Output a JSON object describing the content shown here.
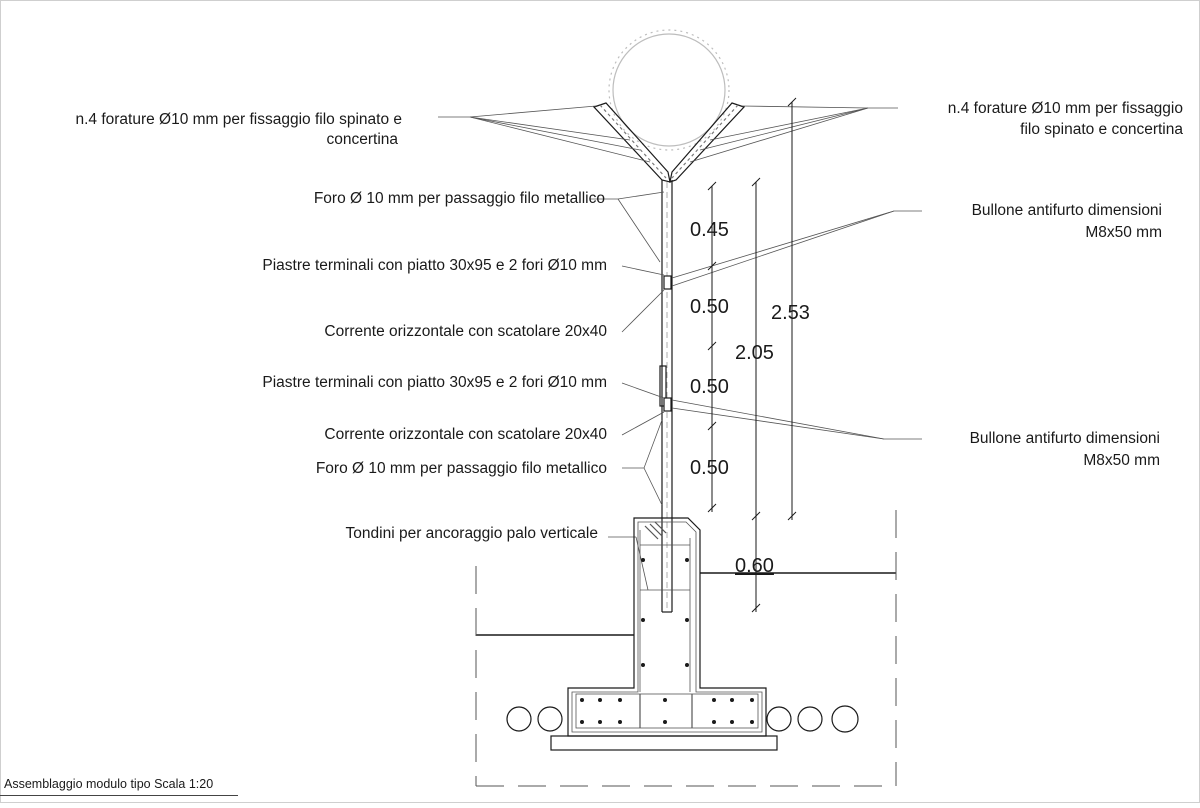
{
  "labels": {
    "left": {
      "holes_top_line1": "n.4 forature Ø10 mm per fissaggio filo spinato e",
      "holes_top_line2": "concertina",
      "wire_hole_top": "Foro Ø 10 mm per passaggio filo metallico",
      "plates_top": "Piastre terminali con piatto 30x95 e 2 fori Ø10 mm",
      "rail_top": "Corrente orizzontale con scatolare 20x40",
      "plates_bottom": "Piastre terminali con piatto 30x95 e 2 fori Ø10 mm",
      "rail_bottom": "Corrente orizzontale con scatolare 20x40",
      "wire_hole_bottom": "Foro Ø 10 mm per passaggio filo metallico",
      "anchor_bars": "Tondini per ancoraggio palo verticale"
    },
    "right": {
      "holes_top_line1": "n.4 forature Ø10 mm per fissaggio",
      "holes_top_line2": "filo spinato e concertina",
      "bolt_top_line1": "Bullone antifurto  dimensioni",
      "bolt_top_line2": "M8x50 mm",
      "bolt_bottom_line1": "Bullone antifurto  dimensioni",
      "bolt_bottom_line2": "M8x50 mm"
    }
  },
  "dimensions": {
    "d1": "0.45",
    "d2": "0.50",
    "d3": "0.50",
    "d4": "0.50",
    "embed": "0.60",
    "mid_total": "2.05",
    "total": "2.53"
  },
  "caption": "Assemblaggio modulo tipo Scala 1:20",
  "colors": {
    "ink": "#1a1a1a",
    "light": "#bdbdbd",
    "mid": "#7a7a7a"
  }
}
